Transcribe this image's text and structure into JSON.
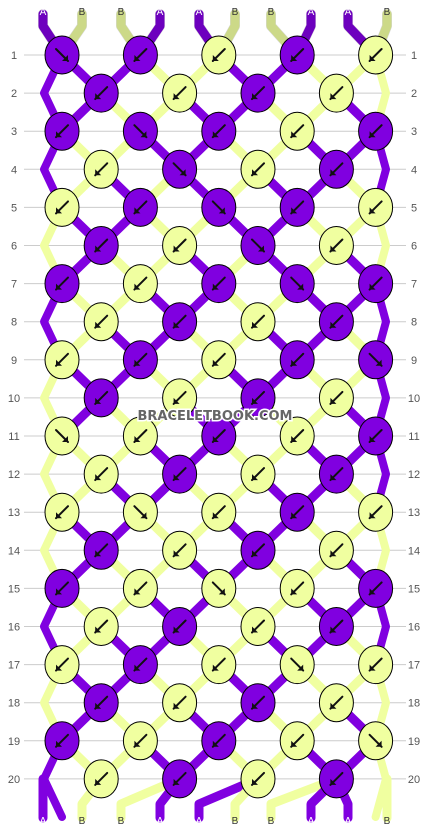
{
  "watermark": "BRACELETBOOK.COM",
  "colors": {
    "A": "#8000e0",
    "B": "#f0ffa0",
    "A_edge": "#5a009e",
    "B_edge": "#b8c870",
    "grid": "#cccccc"
  },
  "top_labels": [
    "A",
    "B",
    "B",
    "A",
    "A",
    "B",
    "B",
    "A",
    "A",
    "B"
  ],
  "bottom_labels": [
    "A",
    "B",
    "B",
    "A",
    "A",
    "B",
    "B",
    "A",
    "A",
    "B"
  ],
  "row_numbers": [
    "1",
    "2",
    "3",
    "4",
    "5",
    "6",
    "7",
    "8",
    "9",
    "10",
    "11",
    "12",
    "13",
    "14",
    "15",
    "16",
    "17",
    "18",
    "19",
    "20"
  ],
  "knot_rows": [
    {
      "row": 1,
      "knots": [
        {
          "c": "A",
          "d": "se"
        },
        {
          "c": "A",
          "d": "sw"
        },
        {
          "c": "B",
          "d": "sw"
        },
        {
          "c": "A",
          "d": "sw"
        },
        {
          "c": "B",
          "d": "sw"
        }
      ]
    },
    {
      "row": 2,
      "knots": [
        {
          "c": "A",
          "d": "sw"
        },
        {
          "c": "B",
          "d": "sw"
        },
        {
          "c": "A",
          "d": "sw"
        },
        {
          "c": "B",
          "d": "sw"
        }
      ]
    },
    {
      "row": 3,
      "knots": [
        {
          "c": "A",
          "d": "sw"
        },
        {
          "c": "A",
          "d": "se"
        },
        {
          "c": "A",
          "d": "sw"
        },
        {
          "c": "B",
          "d": "sw"
        },
        {
          "c": "A",
          "d": "sw"
        }
      ]
    },
    {
      "row": 4,
      "knots": [
        {
          "c": "B",
          "d": "sw"
        },
        {
          "c": "A",
          "d": "se"
        },
        {
          "c": "B",
          "d": "sw"
        },
        {
          "c": "A",
          "d": "sw"
        }
      ]
    },
    {
      "row": 5,
      "knots": [
        {
          "c": "B",
          "d": "sw"
        },
        {
          "c": "A",
          "d": "sw"
        },
        {
          "c": "A",
          "d": "se"
        },
        {
          "c": "A",
          "d": "sw"
        },
        {
          "c": "B",
          "d": "sw"
        }
      ]
    },
    {
      "row": 6,
      "knots": [
        {
          "c": "A",
          "d": "sw"
        },
        {
          "c": "B",
          "d": "sw"
        },
        {
          "c": "A",
          "d": "se"
        },
        {
          "c": "B",
          "d": "sw"
        }
      ]
    },
    {
      "row": 7,
      "knots": [
        {
          "c": "A",
          "d": "sw"
        },
        {
          "c": "B",
          "d": "sw"
        },
        {
          "c": "A",
          "d": "sw"
        },
        {
          "c": "A",
          "d": "se"
        },
        {
          "c": "A",
          "d": "sw"
        }
      ]
    },
    {
      "row": 8,
      "knots": [
        {
          "c": "B",
          "d": "sw"
        },
        {
          "c": "A",
          "d": "sw"
        },
        {
          "c": "B",
          "d": "sw"
        },
        {
          "c": "A",
          "d": "sw"
        }
      ]
    },
    {
      "row": 9,
      "knots": [
        {
          "c": "B",
          "d": "sw"
        },
        {
          "c": "A",
          "d": "sw"
        },
        {
          "c": "B",
          "d": "sw"
        },
        {
          "c": "A",
          "d": "sw"
        },
        {
          "c": "A",
          "d": "se"
        }
      ]
    },
    {
      "row": 10,
      "knots": [
        {
          "c": "A",
          "d": "sw"
        },
        {
          "c": "B",
          "d": "sw"
        },
        {
          "c": "A",
          "d": "sw"
        },
        {
          "c": "B",
          "d": "sw"
        }
      ]
    },
    {
      "row": 11,
      "knots": [
        {
          "c": "B",
          "d": "se"
        },
        {
          "c": "B",
          "d": "sw"
        },
        {
          "c": "A",
          "d": "sw"
        },
        {
          "c": "B",
          "d": "sw"
        },
        {
          "c": "A",
          "d": "sw"
        }
      ]
    },
    {
      "row": 12,
      "knots": [
        {
          "c": "B",
          "d": "sw"
        },
        {
          "c": "A",
          "d": "sw"
        },
        {
          "c": "B",
          "d": "sw"
        },
        {
          "c": "A",
          "d": "sw"
        }
      ]
    },
    {
      "row": 13,
      "knots": [
        {
          "c": "B",
          "d": "sw"
        },
        {
          "c": "B",
          "d": "se"
        },
        {
          "c": "B",
          "d": "sw"
        },
        {
          "c": "A",
          "d": "sw"
        },
        {
          "c": "B",
          "d": "sw"
        }
      ]
    },
    {
      "row": 14,
      "knots": [
        {
          "c": "A",
          "d": "sw"
        },
        {
          "c": "B",
          "d": "sw"
        },
        {
          "c": "A",
          "d": "sw"
        },
        {
          "c": "B",
          "d": "sw"
        }
      ]
    },
    {
      "row": 15,
      "knots": [
        {
          "c": "A",
          "d": "sw"
        },
        {
          "c": "B",
          "d": "sw"
        },
        {
          "c": "B",
          "d": "se"
        },
        {
          "c": "B",
          "d": "sw"
        },
        {
          "c": "A",
          "d": "sw"
        }
      ]
    },
    {
      "row": 16,
      "knots": [
        {
          "c": "B",
          "d": "sw"
        },
        {
          "c": "A",
          "d": "sw"
        },
        {
          "c": "B",
          "d": "sw"
        },
        {
          "c": "A",
          "d": "sw"
        }
      ]
    },
    {
      "row": 17,
      "knots": [
        {
          "c": "B",
          "d": "sw"
        },
        {
          "c": "A",
          "d": "sw"
        },
        {
          "c": "B",
          "d": "sw"
        },
        {
          "c": "B",
          "d": "se"
        },
        {
          "c": "B",
          "d": "sw"
        }
      ]
    },
    {
      "row": 18,
      "knots": [
        {
          "c": "A",
          "d": "sw"
        },
        {
          "c": "B",
          "d": "sw"
        },
        {
          "c": "A",
          "d": "sw"
        },
        {
          "c": "B",
          "d": "sw"
        }
      ]
    },
    {
      "row": 19,
      "knots": [
        {
          "c": "A",
          "d": "sw"
        },
        {
          "c": "B",
          "d": "sw"
        },
        {
          "c": "A",
          "d": "sw"
        },
        {
          "c": "B",
          "d": "sw"
        },
        {
          "c": "B",
          "d": "se"
        }
      ]
    },
    {
      "row": 20,
      "knots": [
        {
          "c": "B",
          "d": "sw"
        },
        {
          "c": "A",
          "d": "sw"
        },
        {
          "c": "B",
          "d": "sw"
        },
        {
          "c": "A",
          "d": "sw"
        }
      ]
    }
  ]
}
